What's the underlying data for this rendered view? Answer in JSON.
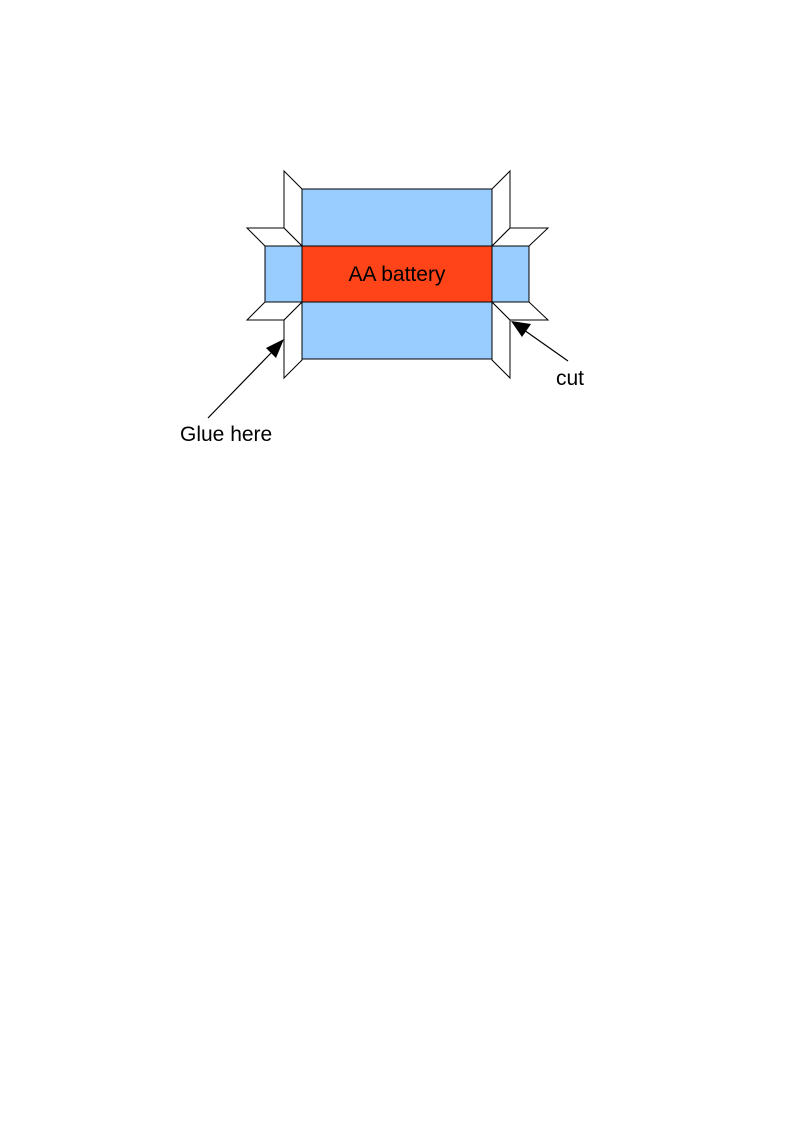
{
  "diagram": {
    "battery_label": "AA battery",
    "glue_label": "Glue here",
    "cut_label": "cut"
  },
  "colors": {
    "panel_fill": "#99ccff",
    "battery_fill": "#ff4419",
    "flap_fill": "#ffffff",
    "outline": "#000000",
    "page_background": "#ffffff"
  }
}
